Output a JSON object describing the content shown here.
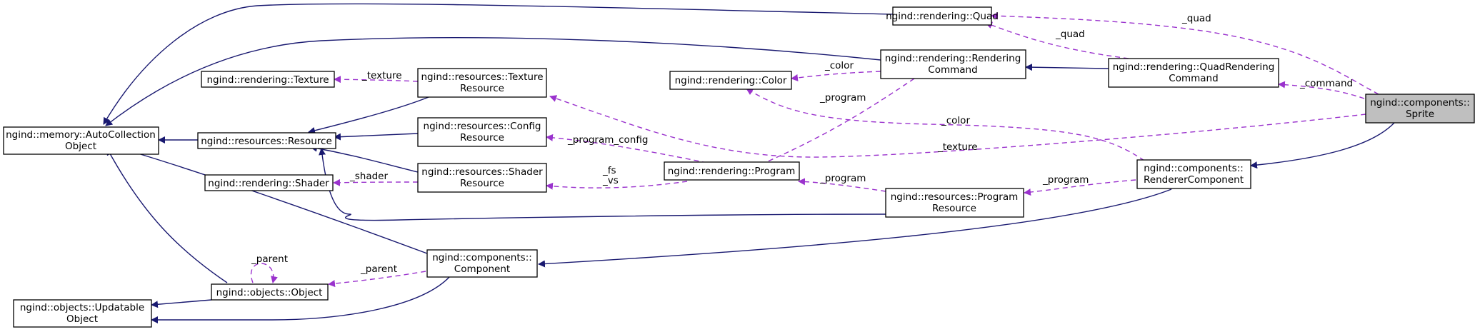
{
  "nodes": {
    "autocollection": [
      "ngind::memory::AutoCollection",
      "Object"
    ],
    "updatable": [
      "ngind::objects::Updatable",
      "Object"
    ],
    "resource": [
      "ngind::resources::Resource"
    ],
    "object": [
      "ngind::objects::Object"
    ],
    "texture": [
      "ngind::rendering::Texture"
    ],
    "shader": [
      "ngind::rendering::Shader"
    ],
    "texture_resource": [
      "ngind::resources::Texture",
      "Resource"
    ],
    "config_resource": [
      "ngind::resources::Config",
      "Resource"
    ],
    "shader_resource": [
      "ngind::resources::Shader",
      "Resource"
    ],
    "component": [
      "ngind::components::",
      "Component"
    ],
    "color": [
      "ngind::rendering::Color"
    ],
    "program": [
      "ngind::rendering::Program"
    ],
    "rendering_command": [
      "ngind::rendering::Rendering",
      "Command"
    ],
    "program_resource": [
      "ngind::resources::Program",
      "Resource"
    ],
    "quad": [
      "ngind::rendering::Quad"
    ],
    "quad_rendering_command": [
      "ngind::rendering::QuadRendering",
      "Command"
    ],
    "renderer_component": [
      "ngind::components::",
      "RendererComponent"
    ],
    "sprite": [
      "ngind::components::",
      "Sprite"
    ]
  },
  "edge_labels": {
    "quad_sprite": "_quad",
    "quad_qrc": "_quad",
    "command": "_command",
    "color_rc": "_color",
    "color_renderer": "_color",
    "texture": "_texture",
    "texture_sprite": "_texture",
    "program_rc": "_program",
    "program_config": "_program_config",
    "fs": "_fs",
    "vs": "_vs",
    "program_pr": "_program",
    "program_renderer": "_program",
    "shader": "_shader",
    "parent_self": "_parent",
    "parent_component": "_parent"
  },
  "colors": {
    "inheritance": "#191970",
    "member": "#9a32cd",
    "highlight": "#bfbfbf"
  }
}
